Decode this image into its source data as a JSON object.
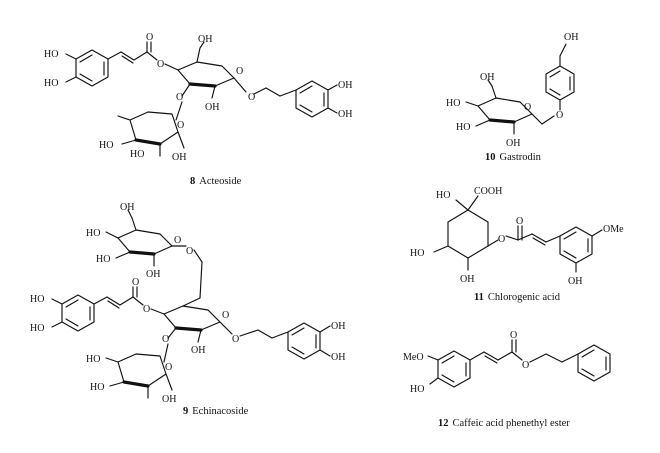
{
  "compounds": [
    {
      "number": "8",
      "name": "Acteoside"
    },
    {
      "number": "9",
      "name": "Echinacoside"
    },
    {
      "number": "10",
      "name": "Gastrodin"
    },
    {
      "number": "11",
      "name": "Chlorogenic acid"
    },
    {
      "number": "12",
      "name": "Caffeic acid phenethyl ester"
    }
  ],
  "atom_labels": {
    "ho": "HO",
    "oh": "OH",
    "o": "O",
    "cooh": "COOH",
    "ome": "OMe",
    "meo": "MeO"
  }
}
